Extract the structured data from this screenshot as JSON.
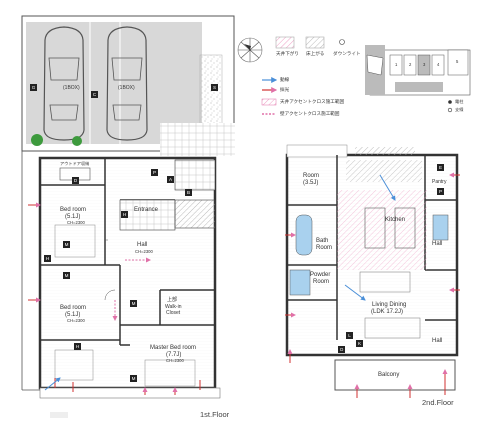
{
  "floor1": {
    "title": "1st.Floor",
    "rooms": {
      "bedroom1": {
        "name": "Bed room",
        "size": "(5.1J)",
        "ch": "CH=2300"
      },
      "entrance": {
        "name": "Entrance"
      },
      "hall": {
        "name": "Hall",
        "ch": "CH=2300"
      },
      "bedroom2": {
        "name": "Bed room",
        "size": "(5.1J)",
        "ch": "CH=2300"
      },
      "walkin": {
        "name": "Walk-in",
        "name2": "Closet"
      },
      "master": {
        "name": "Master Bed room",
        "size": "(7.7J)",
        "ch": "CH=2300"
      },
      "outdoor": {
        "name": "アウトドア収納"
      },
      "upper": {
        "name": "上部"
      }
    },
    "parking": {
      "left": "(1BOX)",
      "right": "(1BOX)"
    },
    "badges": {
      "g1": "G",
      "s": "S",
      "a": "A",
      "b": "B",
      "c": "C",
      "d": "D",
      "p": "P",
      "h1": "H",
      "h2": "H",
      "h3": "H",
      "m1": "M",
      "m2": "M",
      "m3": "M",
      "m4": "M"
    }
  },
  "floor2": {
    "title": "2nd.Floor",
    "rooms": {
      "room": {
        "name": "Room",
        "size": "(3.5J)"
      },
      "pantry": {
        "name": "Pantry"
      },
      "kitchen": {
        "name": "Kitchen"
      },
      "bath": {
        "name": "Bath",
        "name2": "Room"
      },
      "powder": {
        "name": "Powder",
        "name2": "Room"
      },
      "hall_right": {
        "name": "Hall"
      },
      "living": {
        "name": "Living Dining",
        "size": "(LDK 17.2J)"
      },
      "hall_bottom": {
        "name": "Hall"
      },
      "balcony": {
        "name": "Balcony"
      }
    },
    "badges": {
      "e": "E",
      "p": "P",
      "l": "L",
      "k": "K",
      "o": "O"
    }
  },
  "legend": {
    "col1": "天井下がり",
    "col2": "床上がる",
    "col3": "ダウンライト",
    "row1": "動線",
    "row2": "採光",
    "row3": "天井アクセントクロス施工範囲",
    "row4": "壁アクセントクロス施工範囲"
  },
  "site": {
    "plots": [
      "1",
      "2",
      "3",
      "4",
      "5"
    ],
    "notes": [
      "電柱",
      "支線"
    ]
  },
  "colors": {
    "wall": "#333333",
    "parking_bg": "#d8d8d8",
    "tile": "#ffffff",
    "pink": "#e070a8",
    "blue": "#4a8fd8",
    "red": "#d03030",
    "tree": "#3d9a3d",
    "bath_blue": "#a9d1ee",
    "accent_hatch": "#ef9fc5"
  }
}
